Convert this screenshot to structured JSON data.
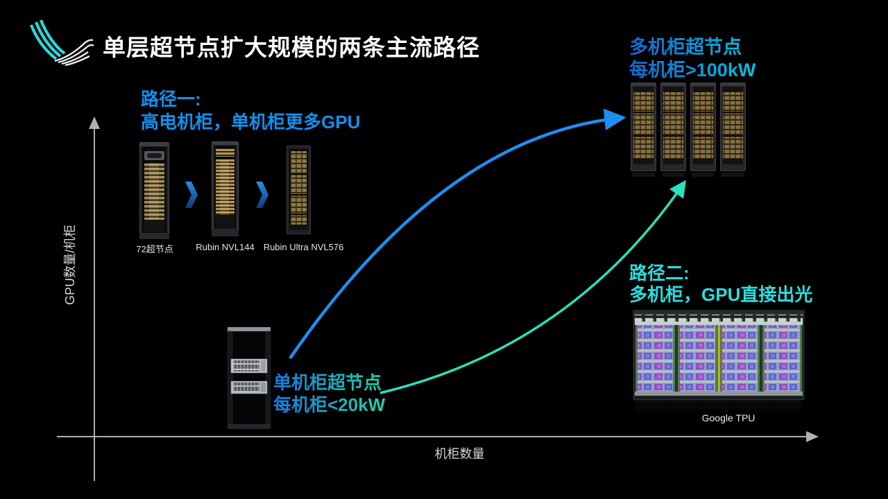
{
  "slide": {
    "title": "单层超节点扩大规模的两条主流路径"
  },
  "axes": {
    "y_label": "GPU数量/机柜",
    "x_label": "机柜数量"
  },
  "path1": {
    "title": "路径一:",
    "subtitle": "高电机柜，单机柜更多GPU",
    "racks": [
      {
        "label": "72超节点"
      },
      {
        "label": "Rubin NVL144"
      },
      {
        "label": "Rubin Ultra NVL576"
      }
    ]
  },
  "single_rack": {
    "title": "单机柜超节点",
    "subtitle": "每机柜<20kW"
  },
  "multi_rack": {
    "title": "多机柜超节点",
    "subtitle": "每机柜>100kW"
  },
  "path2": {
    "title": "路径二:",
    "subtitle": "多机柜，GPU直接出光",
    "caption": "Google TPU"
  },
  "icons": {
    "logo": "ribbon-v-logo",
    "chevron": "chevron-right-icon"
  },
  "colors": {
    "background": "#000000",
    "title_text": "#ffffff",
    "path1_blue": "#1290f0",
    "path2_cyan": "#2bdede",
    "arrow_blue": "#1e8ff2",
    "arrow_teal": "#2be0bc",
    "gradient_blue": "#1565cf",
    "gradient_cyan": "#00c4e0",
    "gradient_teal": "#1fd2a6",
    "axis_gray": "#b0b0b0",
    "logo_cyan": "#2ad9d9"
  }
}
